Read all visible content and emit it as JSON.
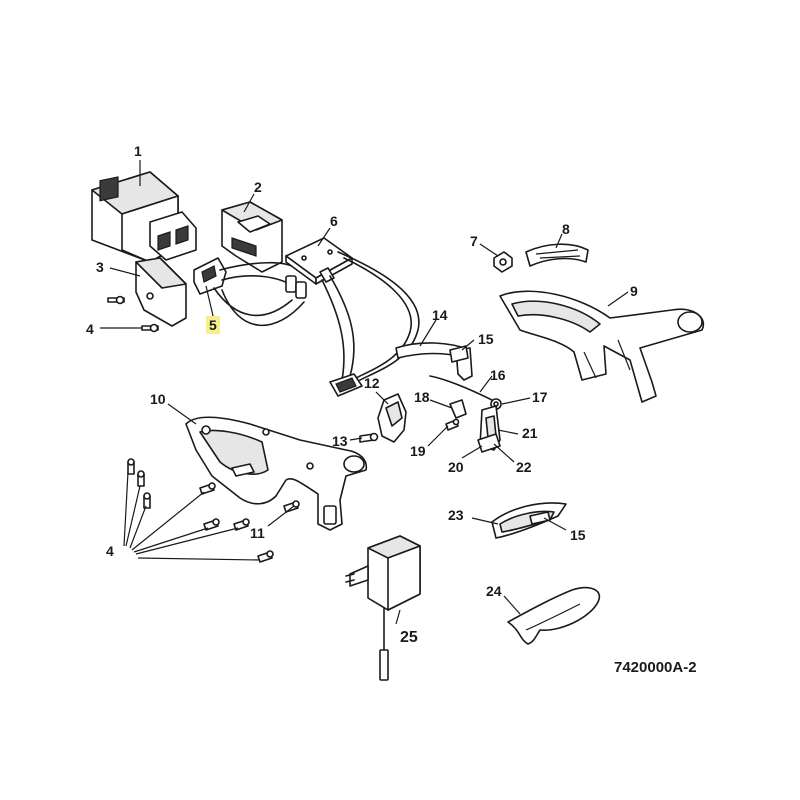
{
  "diagram": {
    "drawing_code": "7420000A-2",
    "callouts": [
      {
        "id": "c1",
        "label": "1"
      },
      {
        "id": "c2",
        "label": "2"
      },
      {
        "id": "c3",
        "label": "3"
      },
      {
        "id": "c4a",
        "label": "4"
      },
      {
        "id": "c5",
        "label": "5",
        "highlighted": true
      },
      {
        "id": "c6",
        "label": "6"
      },
      {
        "id": "c7",
        "label": "7"
      },
      {
        "id": "c8",
        "label": "8"
      },
      {
        "id": "c9",
        "label": "9"
      },
      {
        "id": "c10",
        "label": "10"
      },
      {
        "id": "c11",
        "label": "11"
      },
      {
        "id": "c12",
        "label": "12"
      },
      {
        "id": "c13",
        "label": "13"
      },
      {
        "id": "c14",
        "label": "14"
      },
      {
        "id": "c15a",
        "label": "15"
      },
      {
        "id": "c16",
        "label": "16"
      },
      {
        "id": "c17",
        "label": "17"
      },
      {
        "id": "c18",
        "label": "18"
      },
      {
        "id": "c19",
        "label": "19"
      },
      {
        "id": "c20",
        "label": "20"
      },
      {
        "id": "c21",
        "label": "21"
      },
      {
        "id": "c22",
        "label": "22"
      },
      {
        "id": "c23",
        "label": "23"
      },
      {
        "id": "c15b",
        "label": "15"
      },
      {
        "id": "c24",
        "label": "24"
      },
      {
        "id": "c25",
        "label": "25"
      },
      {
        "id": "c4b",
        "label": "4"
      }
    ],
    "highlight_color": "#f7f08a",
    "line_color": "#1a1a1a"
  }
}
